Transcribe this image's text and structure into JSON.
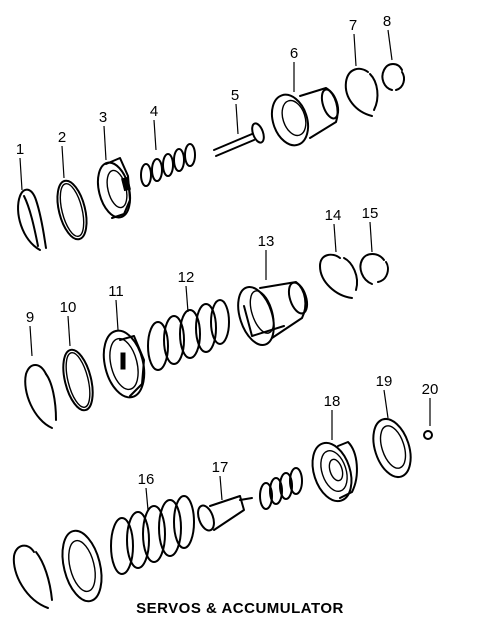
{
  "caption": "SERVOS & ACCUMULATOR",
  "callouts": [
    "1",
    "2",
    "3",
    "4",
    "5",
    "6",
    "7",
    "8",
    "9",
    "10",
    "11",
    "12",
    "13",
    "14",
    "15",
    "16",
    "17",
    "18",
    "19",
    "20"
  ]
}
